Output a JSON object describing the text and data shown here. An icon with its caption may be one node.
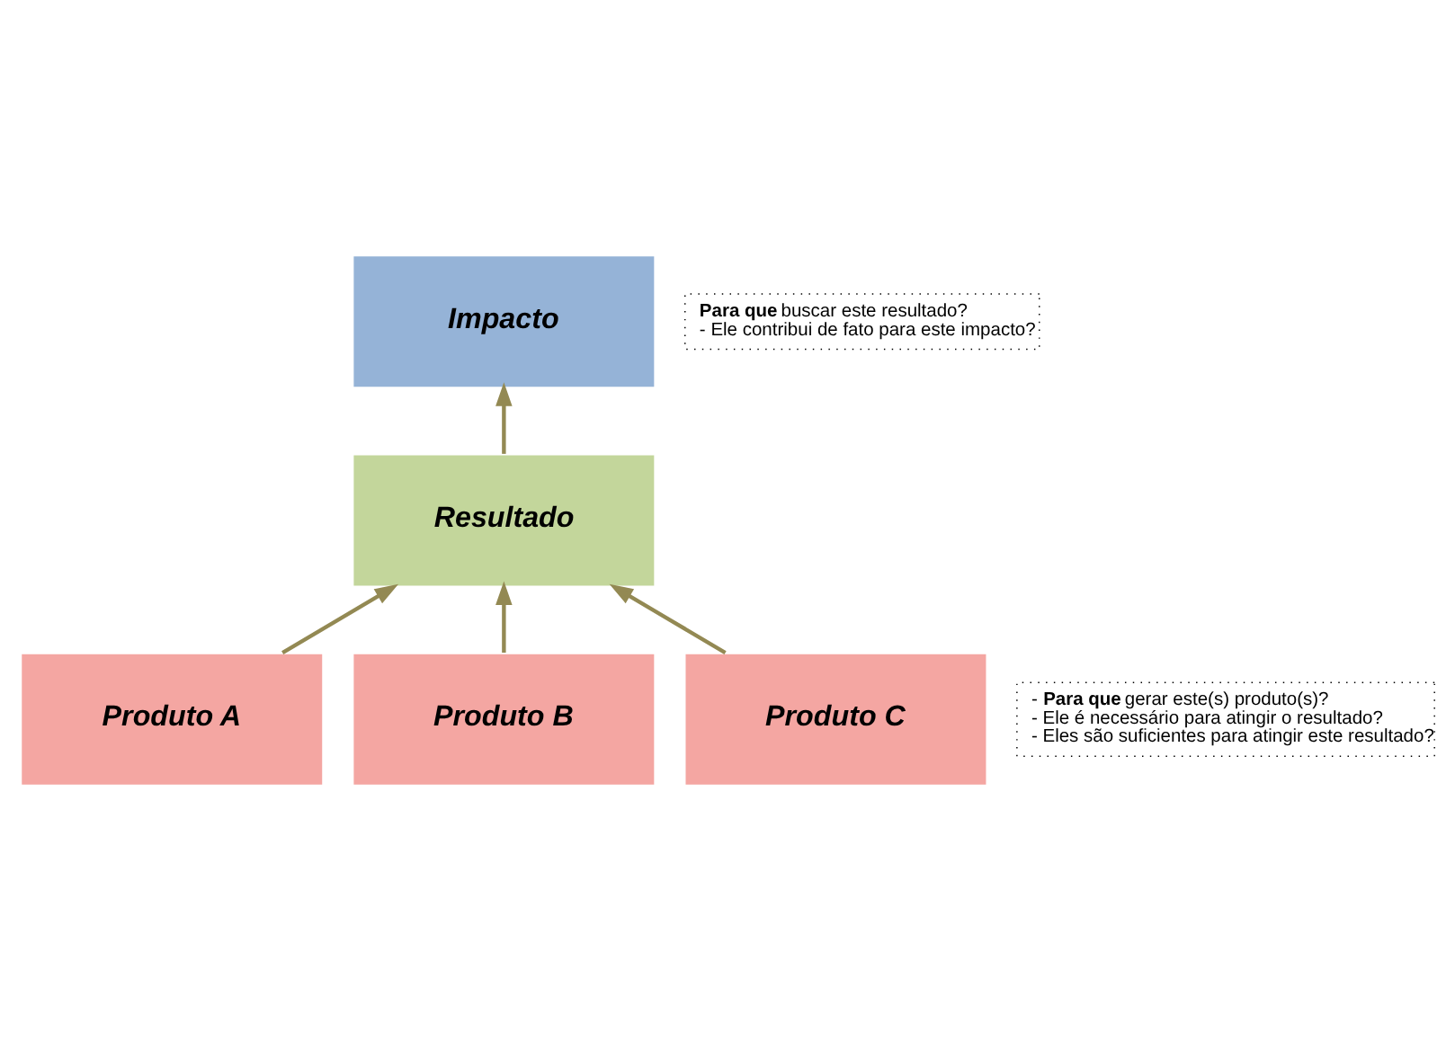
{
  "diagram": {
    "nodes": [
      {
        "text": [
          "Impacto"
        ]
      },
      {
        "text": [
          "Resultado"
        ]
      },
      {
        "text": [
          "Produto A"
        ]
      },
      {
        "text": [
          "Produto B"
        ]
      },
      {
        "text": [
          "Produto C"
        ]
      },
      {
        "text": [
          "**Para que** buscar este resultado?",
          "- Ele contribui de fato para este impacto?"
        ]
      },
      {
        "text": [
          "- **Para que** gerar este(s) produto(s)?",
          "- Ele é necessário para atingir o resultado?",
          "- Eles são suficientes para atingir este resultado?"
        ]
      }
    ],
    "edges": [
      {
        "from": 1,
        "to": 0,
        "arrow": "to"
      },
      {
        "from": 2,
        "to": 1,
        "arrow": "to"
      },
      {
        "from": 3,
        "to": 1,
        "arrow": "to"
      },
      {
        "from": 4,
        "to": 1,
        "arrow": "to"
      }
    ]
  }
}
